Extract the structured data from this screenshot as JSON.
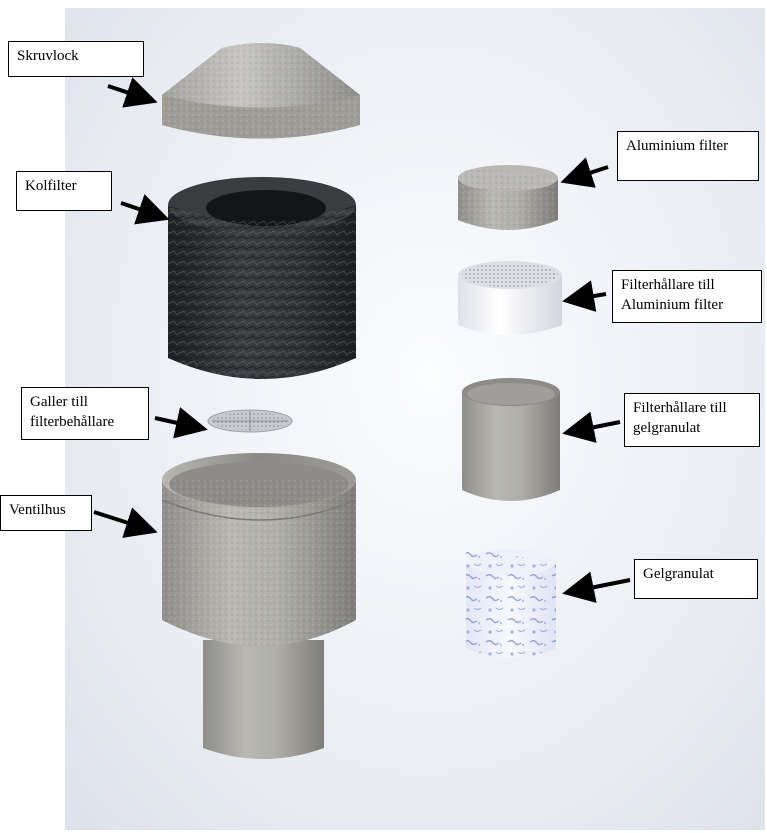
{
  "labels": {
    "skruvlock": "Skruvlock",
    "kolfilter": "Kolfilter",
    "galler_line1": "Galler till",
    "galler_line2": "filterbehållare",
    "ventilhus": "Ventilhus",
    "aluminium_filter": "Aluminium filter",
    "filterhallare_alu_line1": "Filterhållare till",
    "filterhallare_alu_line2": "Aluminium filter",
    "filterhallare_gel_line1": "Filterhållare till",
    "filterhallare_gel_line2": "gelgranulat",
    "gelgranulat": "Gelgranulat"
  },
  "colors": {
    "label_border": "#000000",
    "arrow": "#000000",
    "grey_part": "#a9a8a3",
    "carbon_filter": "#303234",
    "white_holder": "#f2f3f7",
    "gel_speckle": "#6f7fd0"
  }
}
